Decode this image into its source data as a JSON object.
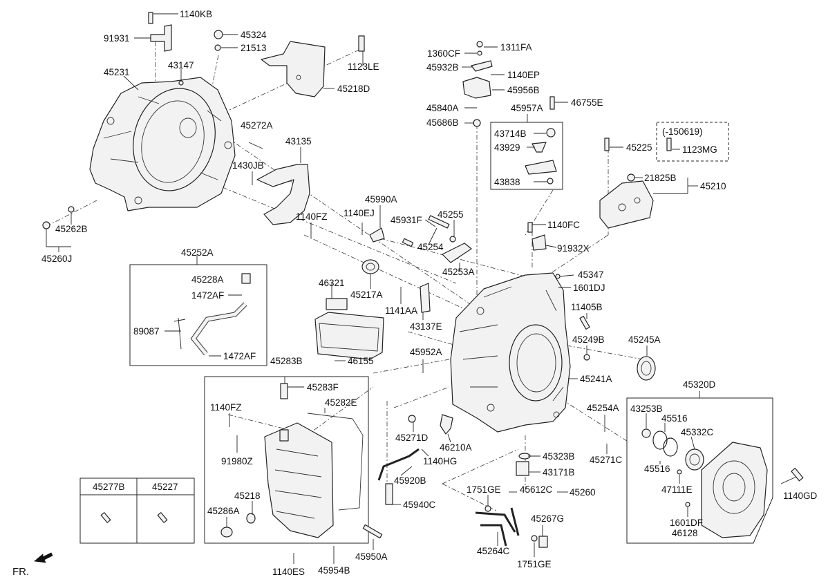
{
  "diagram": {
    "labels": {
      "p1140KB": "1140KB",
      "p91931": "91931",
      "p45324": "45324",
      "p21513": "21513",
      "p1123LE": "1123LE",
      "p45231": "45231",
      "p43147": "43147",
      "p45218D": "45218D",
      "p45272A": "45272A",
      "p43135": "43135",
      "p1430JB": "1430JB",
      "p1140FZ_a": "1140FZ",
      "p45262B": "45262B",
      "p45260J": "45260J",
      "p1311FA": "1311FA",
      "p1360CF": "1360CF",
      "p45932B": "45932B",
      "p1140EP": "1140EP",
      "p45956B": "45956B",
      "p45840A": "45840A",
      "p46755E": "46755E",
      "p45686B": "45686B",
      "p45957A": "45957A",
      "p43714B": "43714B",
      "p43929": "43929",
      "p43838": "43838",
      "p150619": "(-150619)",
      "p45225": "45225",
      "p1123MG": "1123MG",
      "p21825B": "21825B",
      "p45210": "45210",
      "p45990A": "45990A",
      "p1140EJ": "1140EJ",
      "p45931F": "45931F",
      "p45255": "45255",
      "p45254": "45254",
      "p1140FC": "1140FC",
      "p91932X": "91932X",
      "p45253A": "45253A",
      "p45252A": "45252A",
      "p45228A": "45228A",
      "p1472AF_a": "1472AF",
      "p89087": "89087",
      "p1472AF_b": "1472AF",
      "p46321": "46321",
      "p45217A": "45217A",
      "p1141AA": "1141AA",
      "p43137E": "43137E",
      "p45347": "45347",
      "p1601DJ": "1601DJ",
      "p11405B": "11405B",
      "p45249B": "45249B",
      "p45245A": "45245A",
      "p46155": "46155",
      "p45952A": "45952A",
      "p45241A": "45241A",
      "p45283B": "45283B",
      "p45283F": "45283F",
      "p1140FZ_b": "1140FZ",
      "p45282E": "45282E",
      "p91980Z": "91980Z",
      "p45218": "45218",
      "p45286A": "45286A",
      "p45271D": "45271D",
      "p46210A": "46210A",
      "p1140HG": "1140HG",
      "p45920B": "45920B",
      "p45254A": "45254A",
      "p45271C": "45271C",
      "p45323B": "45323B",
      "p43171B": "43171B",
      "p1751GE_a": "1751GE",
      "p45612C": "45612C",
      "p45260": "45260",
      "p45940C": "45940C",
      "p45950A": "45950A",
      "p45954B": "45954B",
      "p1140ES": "1140ES",
      "p45264C": "45264C",
      "p45267G": "45267G",
      "p1751GE_b": "1751GE",
      "p45320D": "45320D",
      "p43253B": "43253B",
      "p45516_a": "45516",
      "p45332C": "45332C",
      "p45516_b": "45516",
      "p47111E": "47111E",
      "p1140GD": "1140GD",
      "p1601DF": "1601DF",
      "p46128": "46128",
      "t45277B": "45277B",
      "t45227": "45227",
      "fr": "FR."
    }
  },
  "colors": {
    "line": "#222222",
    "part_fill": "#f2f2f2",
    "background": "#ffffff"
  }
}
